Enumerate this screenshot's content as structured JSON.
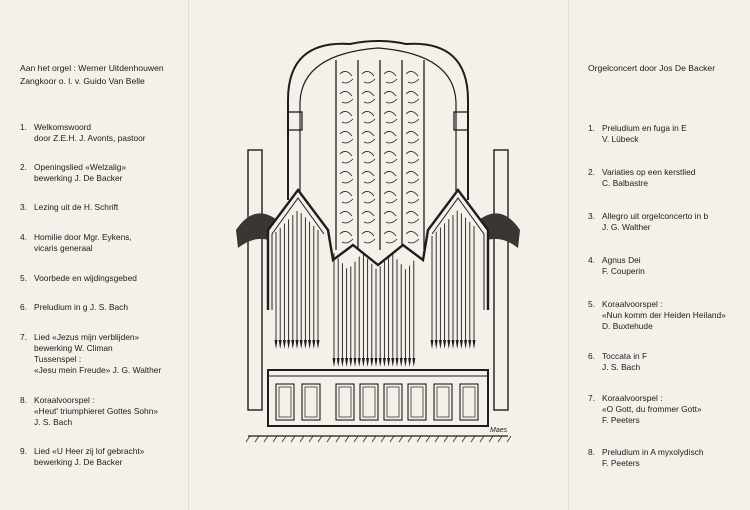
{
  "left": {
    "header": [
      "Aan het orgel : Werner Uitdenhouwen",
      "Zangkoor o. l. v. Guido Van Belle"
    ],
    "items": [
      {
        "num": "1.",
        "lines": [
          "Welkomswoord",
          "door Z.E.H. J. Avonts, pastoor"
        ]
      },
      {
        "num": "2.",
        "lines": [
          "Openingslied «Welzalig»",
          "bewerking J. De Backer"
        ]
      },
      {
        "num": "3.",
        "lines": [
          "Lezing uit de H. Schrift"
        ]
      },
      {
        "num": "4.",
        "lines": [
          "Homilie door Mgr. Eykens,",
          "vicaris generaal"
        ]
      },
      {
        "num": "5.",
        "lines": [
          "Voorbede en wijdingsgebed"
        ]
      },
      {
        "num": "6.",
        "lines": [
          "Preludium in g          J. S. Bach"
        ]
      },
      {
        "num": "7.",
        "lines": [
          "Lied «Jezus mijn verblijden»",
          "bewerking W. Climan",
          "Tussenspel :",
          "«Jesu mein Freude»   J. G. Walther"
        ]
      },
      {
        "num": "8.",
        "lines": [
          "Koraalvoorspel :",
          "«Heut' triumphieret Gottes Sohn»",
          "J. S. Bach"
        ]
      },
      {
        "num": "9.",
        "lines": [
          "Lied «U Heer zij lof gebracht»",
          "bewerking J. De Backer"
        ]
      }
    ]
  },
  "right": {
    "header": [
      "Orgelconcert door Jos De Backer"
    ],
    "items": [
      {
        "num": "1.",
        "lines": [
          "Preludium en fuga in E",
          "V. Lübeck"
        ]
      },
      {
        "num": "2.",
        "lines": [
          "Variaties op een kerstlied",
          "C. Balbastre"
        ]
      },
      {
        "num": "3.",
        "lines": [
          "Allegro uit orgelconcerto in b",
          "J. G. Walther"
        ]
      },
      {
        "num": "4.",
        "lines": [
          "Agnus Dei",
          "F. Couperin"
        ]
      },
      {
        "num": "5.",
        "lines": [
          "Koraalvoorspel :",
          "«Nun komm der Heiden Heiland»",
          "D. Buxtehude"
        ]
      },
      {
        "num": "6.",
        "lines": [
          "Toccata in F",
          "J. S. Bach"
        ]
      },
      {
        "num": "7.",
        "lines": [
          "Koraalvoorspel :",
          "«O Gott, du frommer Gott»",
          "F. Peeters"
        ]
      },
      {
        "num": "8.",
        "lines": [
          "Preludium in A myxolydisch",
          "F. Peeters"
        ]
      }
    ]
  },
  "illustration": {
    "signature": "Maes"
  }
}
